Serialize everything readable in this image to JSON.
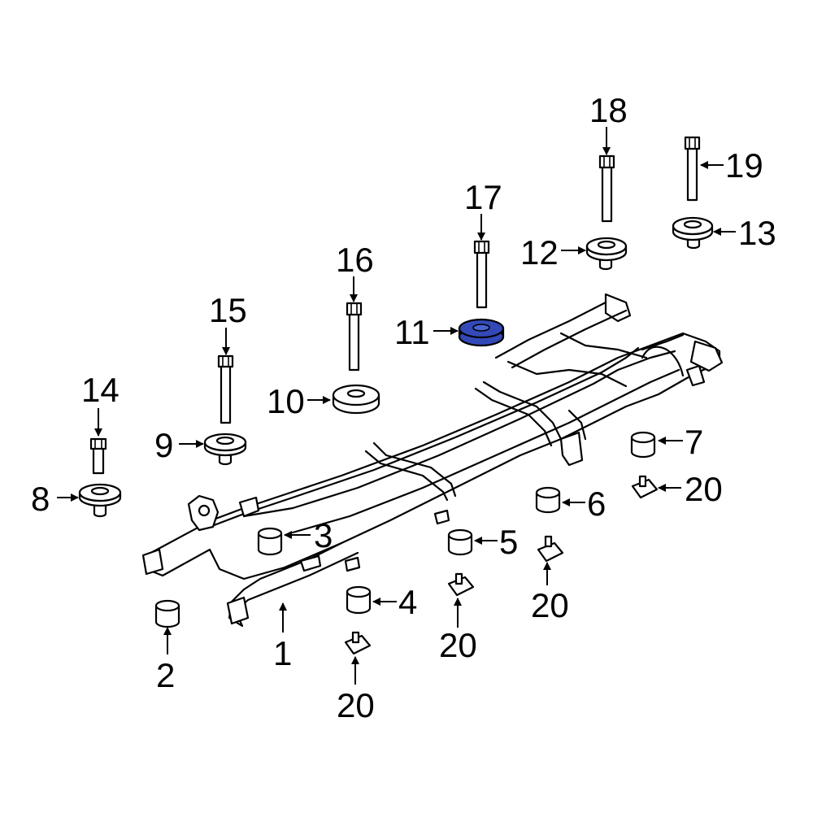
{
  "diagram": {
    "highlight_color": "#3349b8",
    "highlighted_part": "11",
    "labels": {
      "l1": "1",
      "l2": "2",
      "l3": "3",
      "l4": "4",
      "l5": "5",
      "l6": "6",
      "l7": "7",
      "l8": "8",
      "l9": "9",
      "l10": "10",
      "l11": "11",
      "l12": "12",
      "l13": "13",
      "l14": "14",
      "l15": "15",
      "l16": "16",
      "l17": "17",
      "l18": "18",
      "l19": "19",
      "l20a": "20",
      "l20b": "20",
      "l20c": "20",
      "l20d": "20"
    }
  }
}
